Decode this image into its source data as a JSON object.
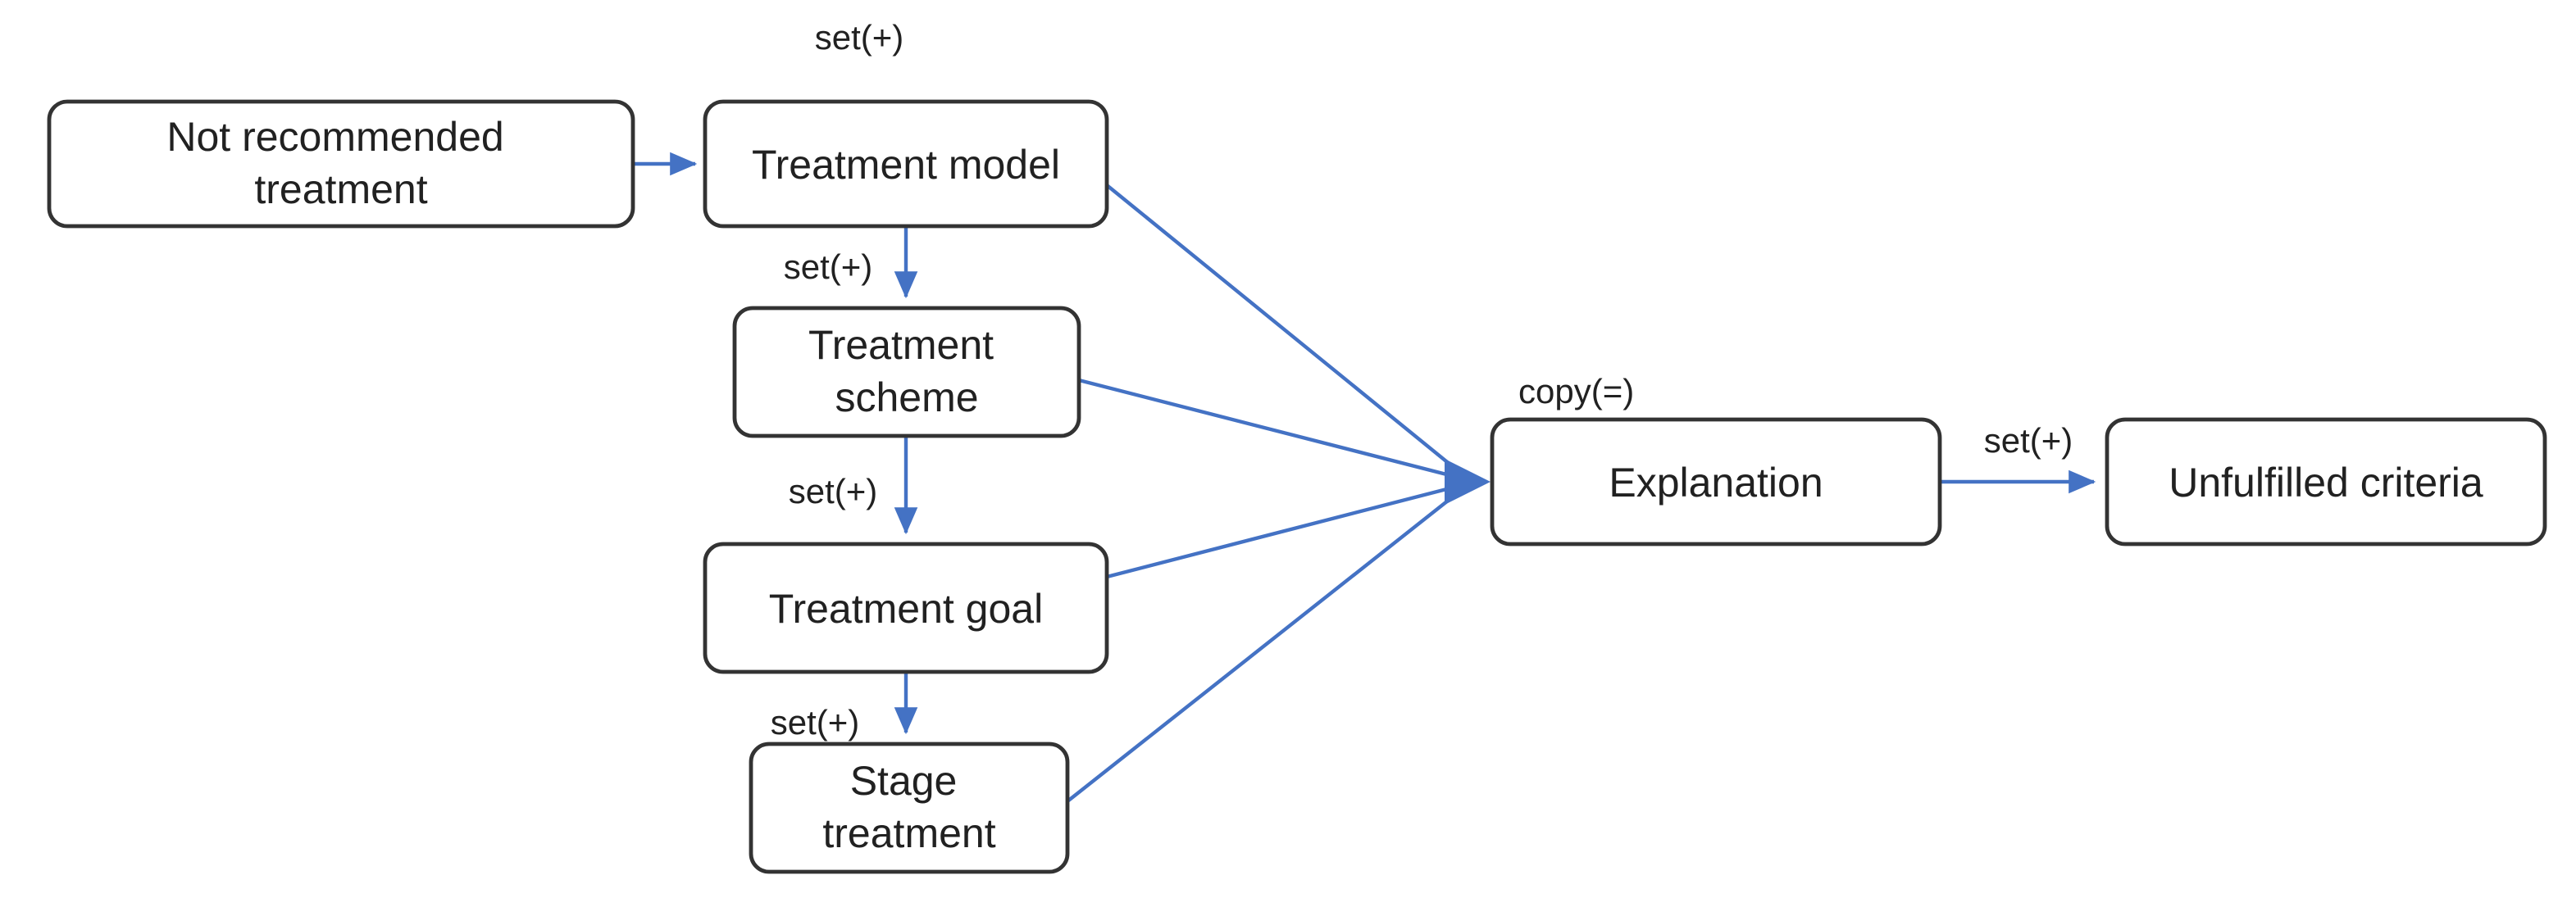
{
  "diagram": {
    "colors": {
      "arrow": "#4472C4",
      "node_border": "#333333",
      "node_fill": "#ffffff",
      "text": "#212121",
      "background": "#ffffff"
    },
    "nodes": [
      {
        "id": "not-recommended-treatment",
        "label": "Not recommended treatment",
        "lines": [
          "Not recommended",
          "treatment"
        ],
        "operation": ""
      },
      {
        "id": "treatment-model",
        "label": "Treatment model",
        "lines": [
          "Treatment model"
        ],
        "operation": "set(+)"
      },
      {
        "id": "treatment-scheme",
        "label": "Treatment scheme",
        "lines": [
          "Treatment",
          "scheme"
        ],
        "operation": "set(+)"
      },
      {
        "id": "treatment-goal",
        "label": "Treatment goal",
        "lines": [
          "Treatment goal"
        ],
        "operation": "set(+)"
      },
      {
        "id": "stage-treatment",
        "label": "Stage treatment",
        "lines": [
          "Stage",
          "treatment"
        ],
        "operation": "set(+)"
      },
      {
        "id": "explanation",
        "label": "Explanation",
        "lines": [
          "Explanation"
        ],
        "operation": "copy(=)"
      },
      {
        "id": "unfulfilled-criteria",
        "label": "Unfulfilled criteria",
        "lines": [
          "Unfulfilled criteria"
        ],
        "operation": "set(+)"
      }
    ],
    "edges": [
      {
        "from": "Not recommended treatment",
        "to": "Treatment model"
      },
      {
        "from": "Treatment model",
        "to": "Treatment scheme"
      },
      {
        "from": "Treatment scheme",
        "to": "Treatment goal"
      },
      {
        "from": "Treatment goal",
        "to": "Stage treatment"
      },
      {
        "from": "Treatment model",
        "to": "Explanation"
      },
      {
        "from": "Treatment scheme",
        "to": "Explanation"
      },
      {
        "from": "Treatment goal",
        "to": "Explanation"
      },
      {
        "from": "Stage treatment",
        "to": "Explanation"
      },
      {
        "from": "Explanation",
        "to": "Unfulfilled criteria"
      }
    ]
  }
}
